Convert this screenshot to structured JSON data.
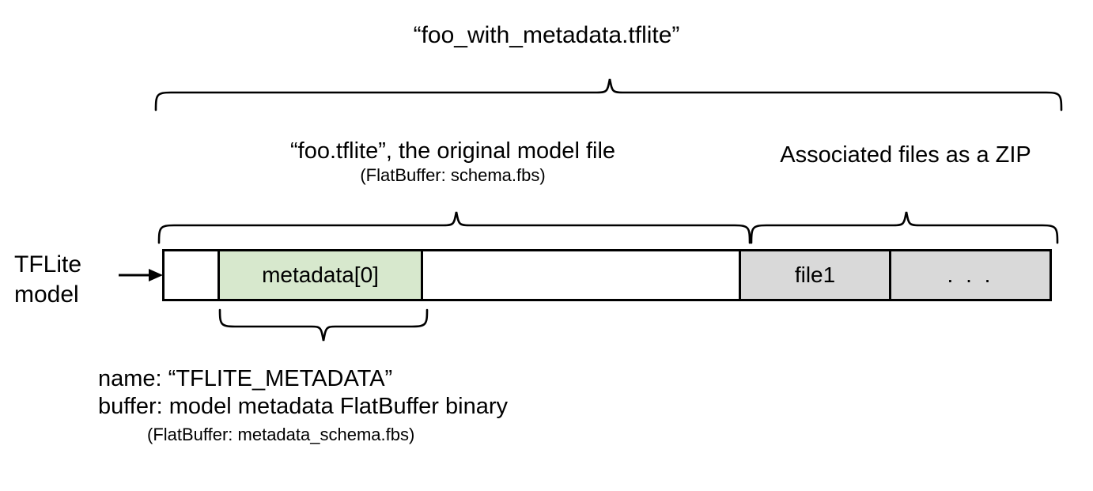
{
  "diagram": {
    "title": "“foo_with_metadata.tflite”",
    "model_file_label": "“foo.tflite”, the original model file",
    "model_file_sublabel": "(FlatBuffer: schema.fbs)",
    "zip_label": "Associated files as a ZIP",
    "source_label": "TFLite model",
    "arrow_icon": "right-arrow-icon",
    "bar_cells": [
      {
        "label": "",
        "kind": "plain"
      },
      {
        "label": "metadata[0]",
        "kind": "metadata"
      },
      {
        "label": "",
        "kind": "plain"
      },
      {
        "label": "file1",
        "kind": "zip"
      },
      {
        "label": ". . .",
        "kind": "zip"
      }
    ],
    "metadata_detail": {
      "name_line": "name: “TFLITE_METADATA”",
      "buffer_line": "buffer: model metadata FlatBuffer binary",
      "schema_line": "(FlatBuffer: metadata_schema.fbs)"
    },
    "colors": {
      "metadata_fill": "#d7e8cd",
      "zip_fill": "#d9d9d9",
      "stroke": "#000000",
      "background": "#ffffff"
    },
    "braces": {
      "top_brace": "brace-full-file",
      "model_brace": "brace-model-file",
      "zip_brace": "brace-zip-files",
      "metadata_brace": "brace-metadata-detail"
    }
  }
}
